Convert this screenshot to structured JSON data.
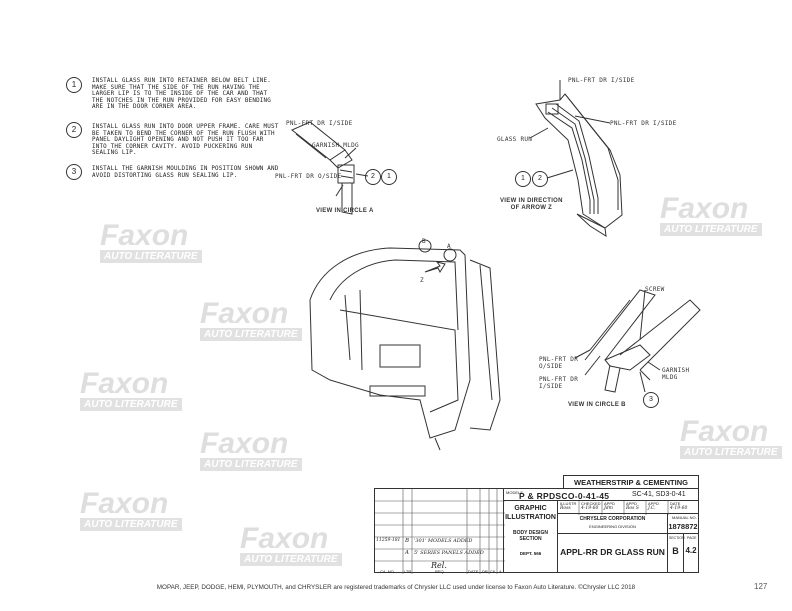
{
  "instructions": [
    {
      "number": "1",
      "text": "INSTALL GLASS RUN INTO RETAINER BELOW BELT LINE. MAKE SURE THAT THE SIDE OF THE RUN HAVING THE LARGER LIP IS TO THE INSIDE OF THE CAR AND THAT THE NOTCHES IN THE RUN PROVIDED FOR EASY BENDING ARE IN THE DOOR CORNER AREA."
    },
    {
      "number": "2",
      "text": "INSTALL GLASS RUN INTO DOOR UPPER FRAME. CARE MUST BE TAKEN TO BEND THE CORNER OF THE RUN FLUSH WITH PANEL DAYLIGHT OPENING AND NOT PUSH IT TOO FAR INTO THE CORNER CAVITY. AVOID PUCKERING RUN SEALING LIP."
    },
    {
      "number": "3",
      "text": "INSTALL THE GARNISH MOULDING IN POSITION SHOWN AND AVOID DISTORTING GLASS RUN SEALING LIP."
    }
  ],
  "view_a": {
    "labels": {
      "pnl_inside": "PNL-FRT DR I/SIDE",
      "garnish": "GARNISH MLDG",
      "pnl_outside": "PNL-FRT DR O/SIDE"
    },
    "callouts": [
      "2",
      "1"
    ],
    "caption": "VIEW IN CIRCLE A"
  },
  "view_z": {
    "labels": {
      "pnl_top": "PNL-FRT DR I/SIDE",
      "pnl_right": "PNL-FRT DR I/SIDE",
      "glass_run": "GLASS RUN"
    },
    "callouts": [
      "1",
      "2"
    ],
    "caption": "VIEW IN DIRECTION\nOF ARROW Z"
  },
  "door_view": {
    "labels": {
      "a": "A",
      "b": "B",
      "z": "Z"
    }
  },
  "view_b": {
    "labels": {
      "screw": "SCREW",
      "pnl_outside": "PNL-FRT DR\nO/SIDE",
      "pnl_inside": "PNL-FRT DR\nI/SIDE",
      "garnish": "GARNISH\nMLDG"
    },
    "callouts": [
      "3"
    ],
    "caption": "VIEW IN CIRCLE B"
  },
  "title_block": {
    "header": "WEATHERSTRIP & CEMENTING",
    "models_label": "MODELS",
    "models": "P & RPDSCO-0-41-45",
    "models_extra": "SC-41, SD3-0-41",
    "graphic_illustration": "GRAPHIC\nILLUSTRATION",
    "body_design": "BODY DESIGN\nSECTION",
    "dept": "DEPT. 566",
    "sign_headers": [
      "ILLUSTR",
      "CHECKED",
      "APPD",
      "APPD",
      "APPD",
      "DATE"
    ],
    "signatures": [
      "Ross",
      "4-19-60",
      "Jdm",
      "Ros S",
      "J.C.",
      "4-19-60"
    ],
    "corporation": "CHRYSLER CORPORATION",
    "division": "ENGINEERING DIVISION",
    "manual_label": "MANUAL NO.",
    "manual_no": "1878872",
    "title": "APPL-RR DR GLASS RUN",
    "section_label": "SECTION",
    "section": "B",
    "page_label": "PAGE",
    "page": "4.2",
    "revisions": [
      {
        "ca_no": "11259-181",
        "ltr": "B",
        "req": "'301' MODELS ADDED"
      },
      {
        "ca_no": "",
        "ltr": "A",
        "req": "5' SERIES PANELS ADDED"
      },
      {
        "ca_no": "",
        "ltr": "",
        "req": "Rel."
      }
    ],
    "rev_headers": [
      "CA. NO.",
      "LTR",
      "REQ",
      "DATE",
      "DR",
      "CK",
      "A"
    ]
  },
  "watermark": {
    "brand": "Faxon",
    "sub": "AUTO LITERATURE"
  },
  "footer": {
    "trademark": "MOPAR, JEEP, DODGE, HEMI, PLYMOUTH, and CHRYSLER are registered trademarks of Chrysler LLC used under license to Faxon Auto Literature. ©Chrysler LLC 2018",
    "page_number": "127"
  }
}
